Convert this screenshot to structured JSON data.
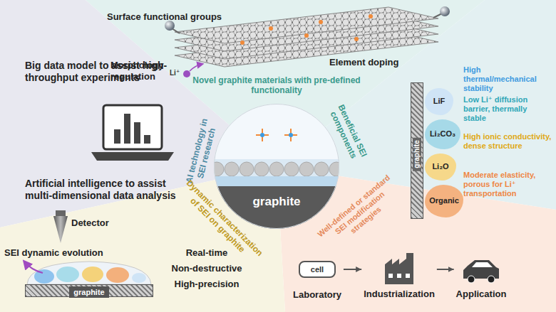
{
  "diagram": {
    "nodes": [
      {
        "text": [
          "graphite"
        ]
      },
      {
        "text": [
          "graphite"
        ]
      },
      {
        "text": [
          "LiF"
        ]
      },
      {
        "text": [
          "Li₂CO₃"
        ]
      },
      {
        "text": [
          "Li₂O"
        ]
      },
      {
        "text": [
          "Organic"
        ]
      },
      {
        "text": [
          "graphite"
        ]
      },
      {
        "text": [
          "cell",
          "Laboratory"
        ]
      },
      {
        "text": [
          "Industrialization"
        ]
      },
      {
        "text": [
          "Application"
        ]
      }
    ],
    "edges": [
      {
        "from": 7,
        "to": 8,
        "arrow": "to"
      },
      {
        "from": 8,
        "to": 9,
        "arrow": "to"
      }
    ],
    "labels": [
      "Surface functional groups",
      "Element doping",
      "Morphology regulation",
      "Li⁺",
      "Novel graphite materials with pre-defined functionality",
      "Big data model to assist high-throughput experiments",
      "Artificial intelligence to assist multi-dimensional data analysis",
      "AI technology in SEI research",
      "Beneficial SEI components",
      "High thermal/mechanical stability",
      "Low Li⁺ diffusion barrier, thermally stable",
      "High ionic conductivity, dense structure",
      "Moderate elasticity, porous for Li⁺ transportation",
      "Dynamic characterization of SEI on graphite",
      "Detector",
      "SEI dynamic evolution",
      "Real-time",
      "Non-destructive",
      "High-precision",
      "Well-defined or standard SEI modification strategies"
    ]
  }
}
